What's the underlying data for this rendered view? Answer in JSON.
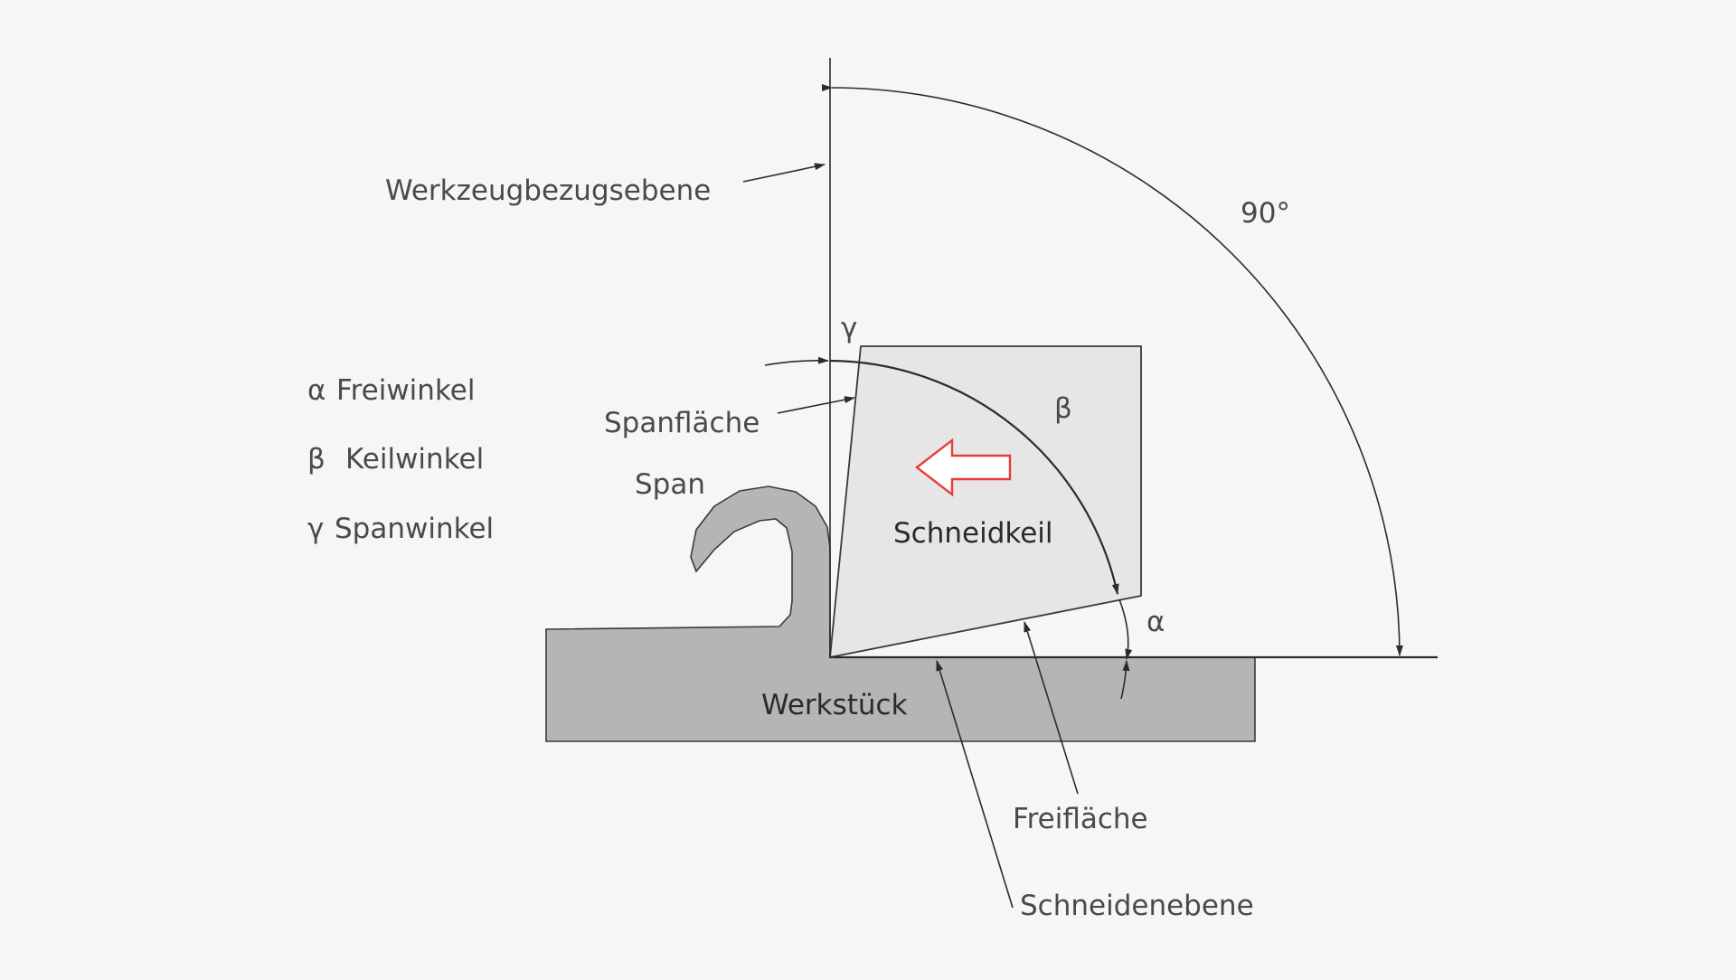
{
  "diagram": {
    "reference_plane_label": "Werkzeugbezugsebene",
    "right_angle_label": "90°",
    "gamma_symbol": "γ",
    "beta_symbol": "β",
    "alpha_symbol": "α",
    "rake_face_label": "Spanfläche",
    "chip_label": "Span",
    "wedge_label": "Schneidkeil",
    "workpiece_label": "Werkstück",
    "flank_face_label": "Freifläche",
    "cutting_plane_label": "Schneidenebene"
  },
  "legend": [
    {
      "symbol": "α",
      "name": "Freiwinkel"
    },
    {
      "symbol": "β",
      "name": "Keilwinkel"
    },
    {
      "symbol": "γ",
      "name": "Spanwinkel"
    }
  ],
  "colors": {
    "background": "#f6f6f6",
    "workpiece": "#b5b5b5",
    "wedge": "#e6e6e6",
    "chip": "#b0b0b0",
    "direction_arrow": "#e83a3a"
  }
}
